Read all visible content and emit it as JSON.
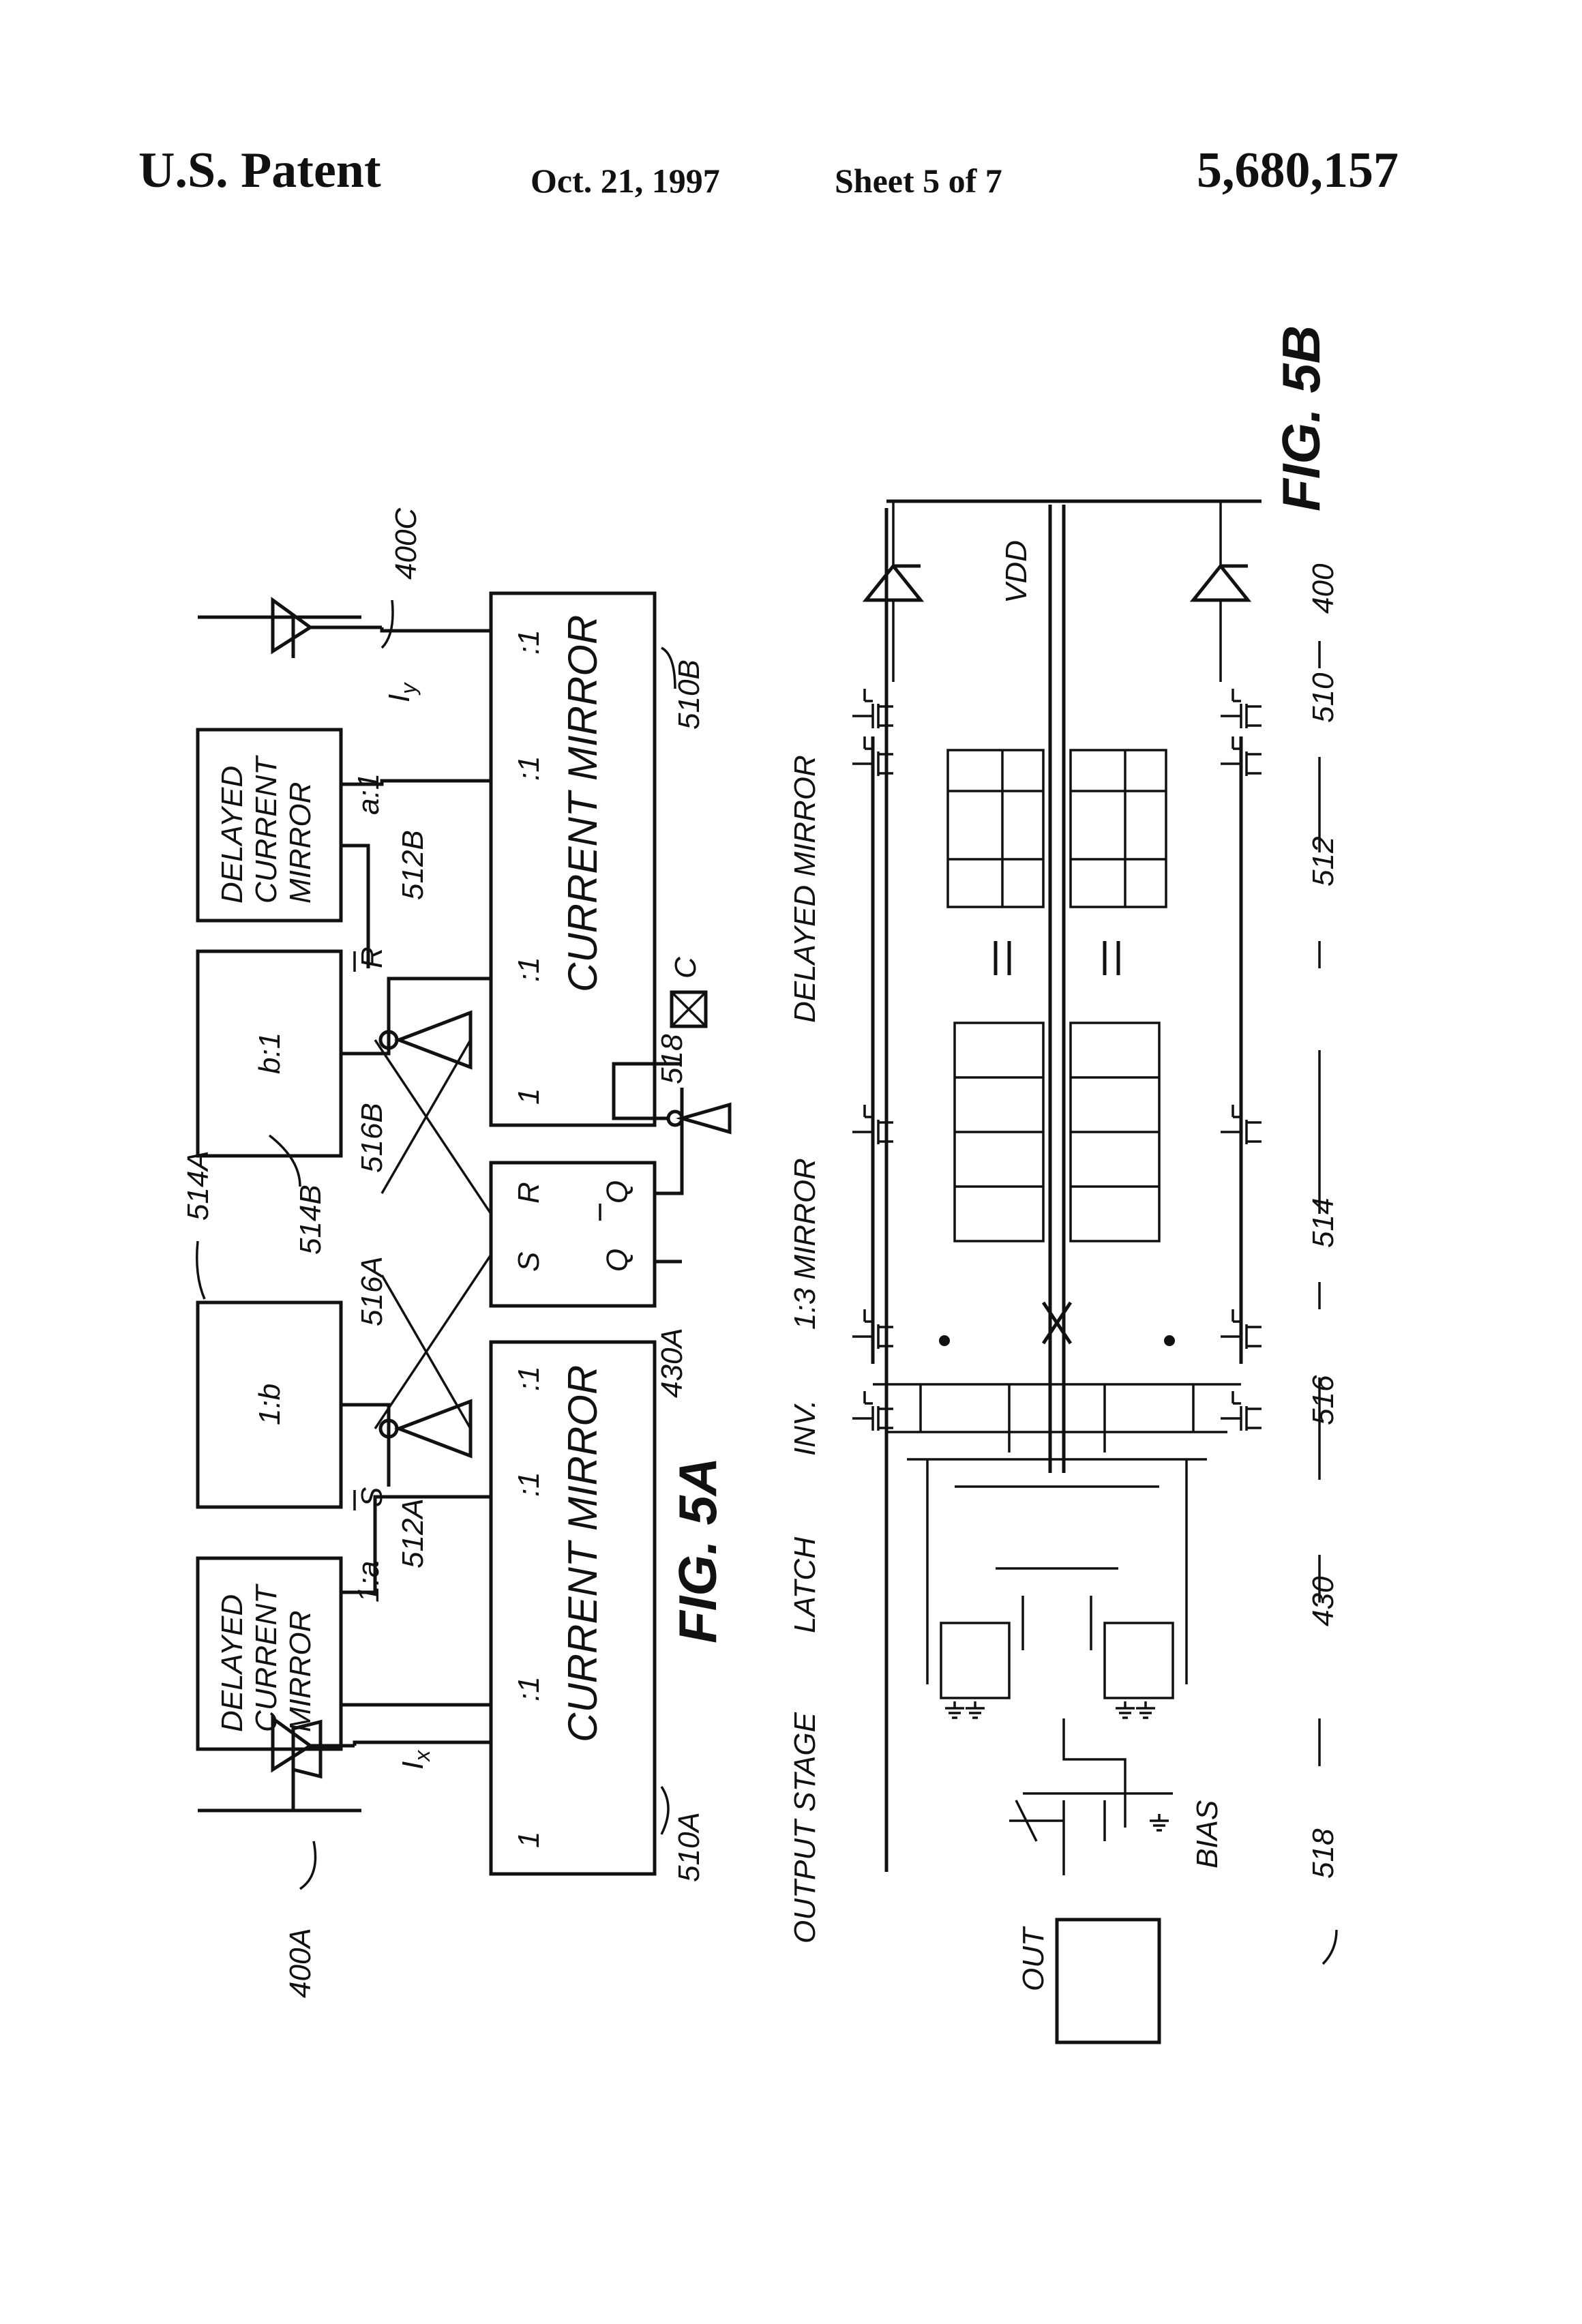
{
  "header": {
    "patent_label": "U.S. Patent",
    "date": "Oct. 21, 1997",
    "sheet": "Sheet 5 of 7",
    "patent_number": "5,680,157"
  },
  "fig5a": {
    "caption": "FIG. 5A",
    "refs": {
      "r400a": "400A",
      "r400c": "400C",
      "r510a": "510A",
      "r510b": "510B",
      "r512a": "512A",
      "r512b": "512B",
      "r514a": "514A",
      "r514b": "514B",
      "r516a": "516A",
      "r516b": "516B",
      "r518": "518",
      "r430a": "430A"
    },
    "labels": {
      "current_mirror": "CURRENT MIRROR",
      "delayed": "DELAYED",
      "current": "CURRENT",
      "mirror": "MIRROR",
      "ix": "I",
      "ix_sub": "x",
      "iy": "I",
      "iy_sub": "y",
      "one": "1",
      "one_colon": ":1",
      "ratio_1a": "1:a",
      "ratio_a1": "a:1",
      "ratio_1b": "1:b",
      "ratio_b1": "b:1",
      "s_bar": "S",
      "r_bar": "R",
      "ff_s": "S",
      "ff_r": "R",
      "ff_q": "Q",
      "ff_qbar": "Q",
      "c": "C"
    }
  },
  "fig5b": {
    "caption": "FIG. 5B",
    "stages": [
      "OUTPUT STAGE",
      "LATCH",
      "INV.",
      "1:3 MIRROR",
      "DELAYED MIRROR"
    ],
    "refs": [
      "518",
      "430",
      "516",
      "514",
      "512",
      "510",
      "400"
    ],
    "vdd": "VDD",
    "bias": "BIAS",
    "out": "OUT"
  }
}
